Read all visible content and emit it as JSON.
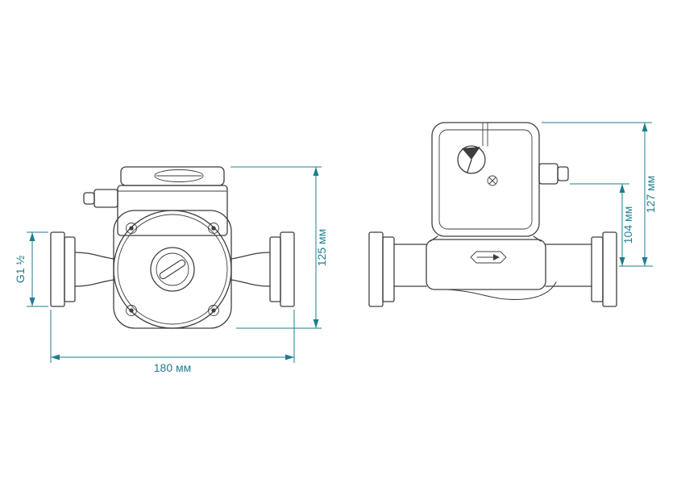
{
  "drawing": {
    "labels": {
      "width": "180 мм",
      "height_front": "125 мм",
      "thread": "G1 ½",
      "height_gland": "104 мм",
      "height_total": "127 мм"
    },
    "icons": [
      "speed-selector-knob",
      "screw-icon",
      "flow-direction-icon",
      "shaft-slot-icon"
    ],
    "colors": {
      "dimension_accent": "#1f7d8f",
      "outline": "#3e3e3e",
      "background": "#ffffff"
    }
  }
}
